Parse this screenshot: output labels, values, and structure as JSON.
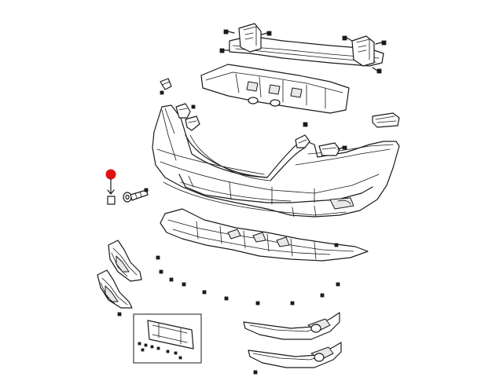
{
  "diagram": {
    "kind": "exploded-parts-view",
    "subject": "front-bumper-assembly",
    "highlight_color": "#e01010",
    "line_color": "#1a1a1a",
    "background_color": "#ffffff",
    "parts": [
      {
        "id": "reinforcement-beam",
        "icon": "reinforcement-beam-icon"
      },
      {
        "id": "energy-absorber",
        "icon": "energy-absorber-icon"
      },
      {
        "id": "bumper-fascia",
        "icon": "bumper-fascia-icon"
      },
      {
        "id": "lower-air-deflector",
        "icon": "air-deflector-icon"
      },
      {
        "id": "left-fog-lamp-bezel-upper",
        "icon": "lamp-bezel-icon"
      },
      {
        "id": "left-fog-lamp-bezel-lower",
        "icon": "lamp-bezel-icon"
      },
      {
        "id": "right-fog-lamp-bezel-upper",
        "icon": "lamp-bezel-icon"
      },
      {
        "id": "right-fog-lamp-bezel-lower",
        "icon": "lamp-bezel-icon"
      },
      {
        "id": "license-plate-bracket",
        "icon": "license-bracket-icon"
      },
      {
        "id": "tow-hook-cover",
        "icon": "tow-hook-cover-icon"
      },
      {
        "id": "tow-eye",
        "icon": "tow-eye-icon"
      },
      {
        "id": "mounting-brackets",
        "icon": "bracket-icon"
      },
      {
        "id": "fasteners",
        "icon": "bolt-icon"
      }
    ],
    "highlighted_part": "tow-hook-cover"
  }
}
